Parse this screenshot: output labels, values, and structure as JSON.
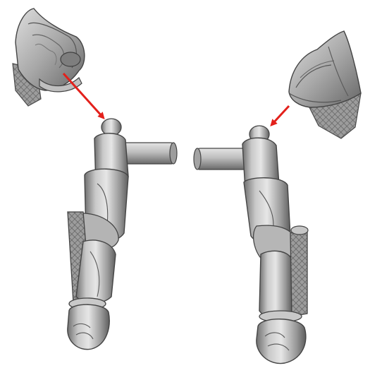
{
  "figure": {
    "kind": "3d-render",
    "background": "#ffffff",
    "parts": [
      {
        "id": "left-shoulder-pad",
        "description_name": "shoulder-pad"
      },
      {
        "id": "left-arm",
        "description_name": "arm"
      },
      {
        "id": "right-shoulder-pad",
        "description_name": "shoulder-pad"
      },
      {
        "id": "right-arm",
        "description_name": "arm"
      }
    ],
    "arrow_color": "#e3201b",
    "model_color": "#a9a9a9"
  }
}
